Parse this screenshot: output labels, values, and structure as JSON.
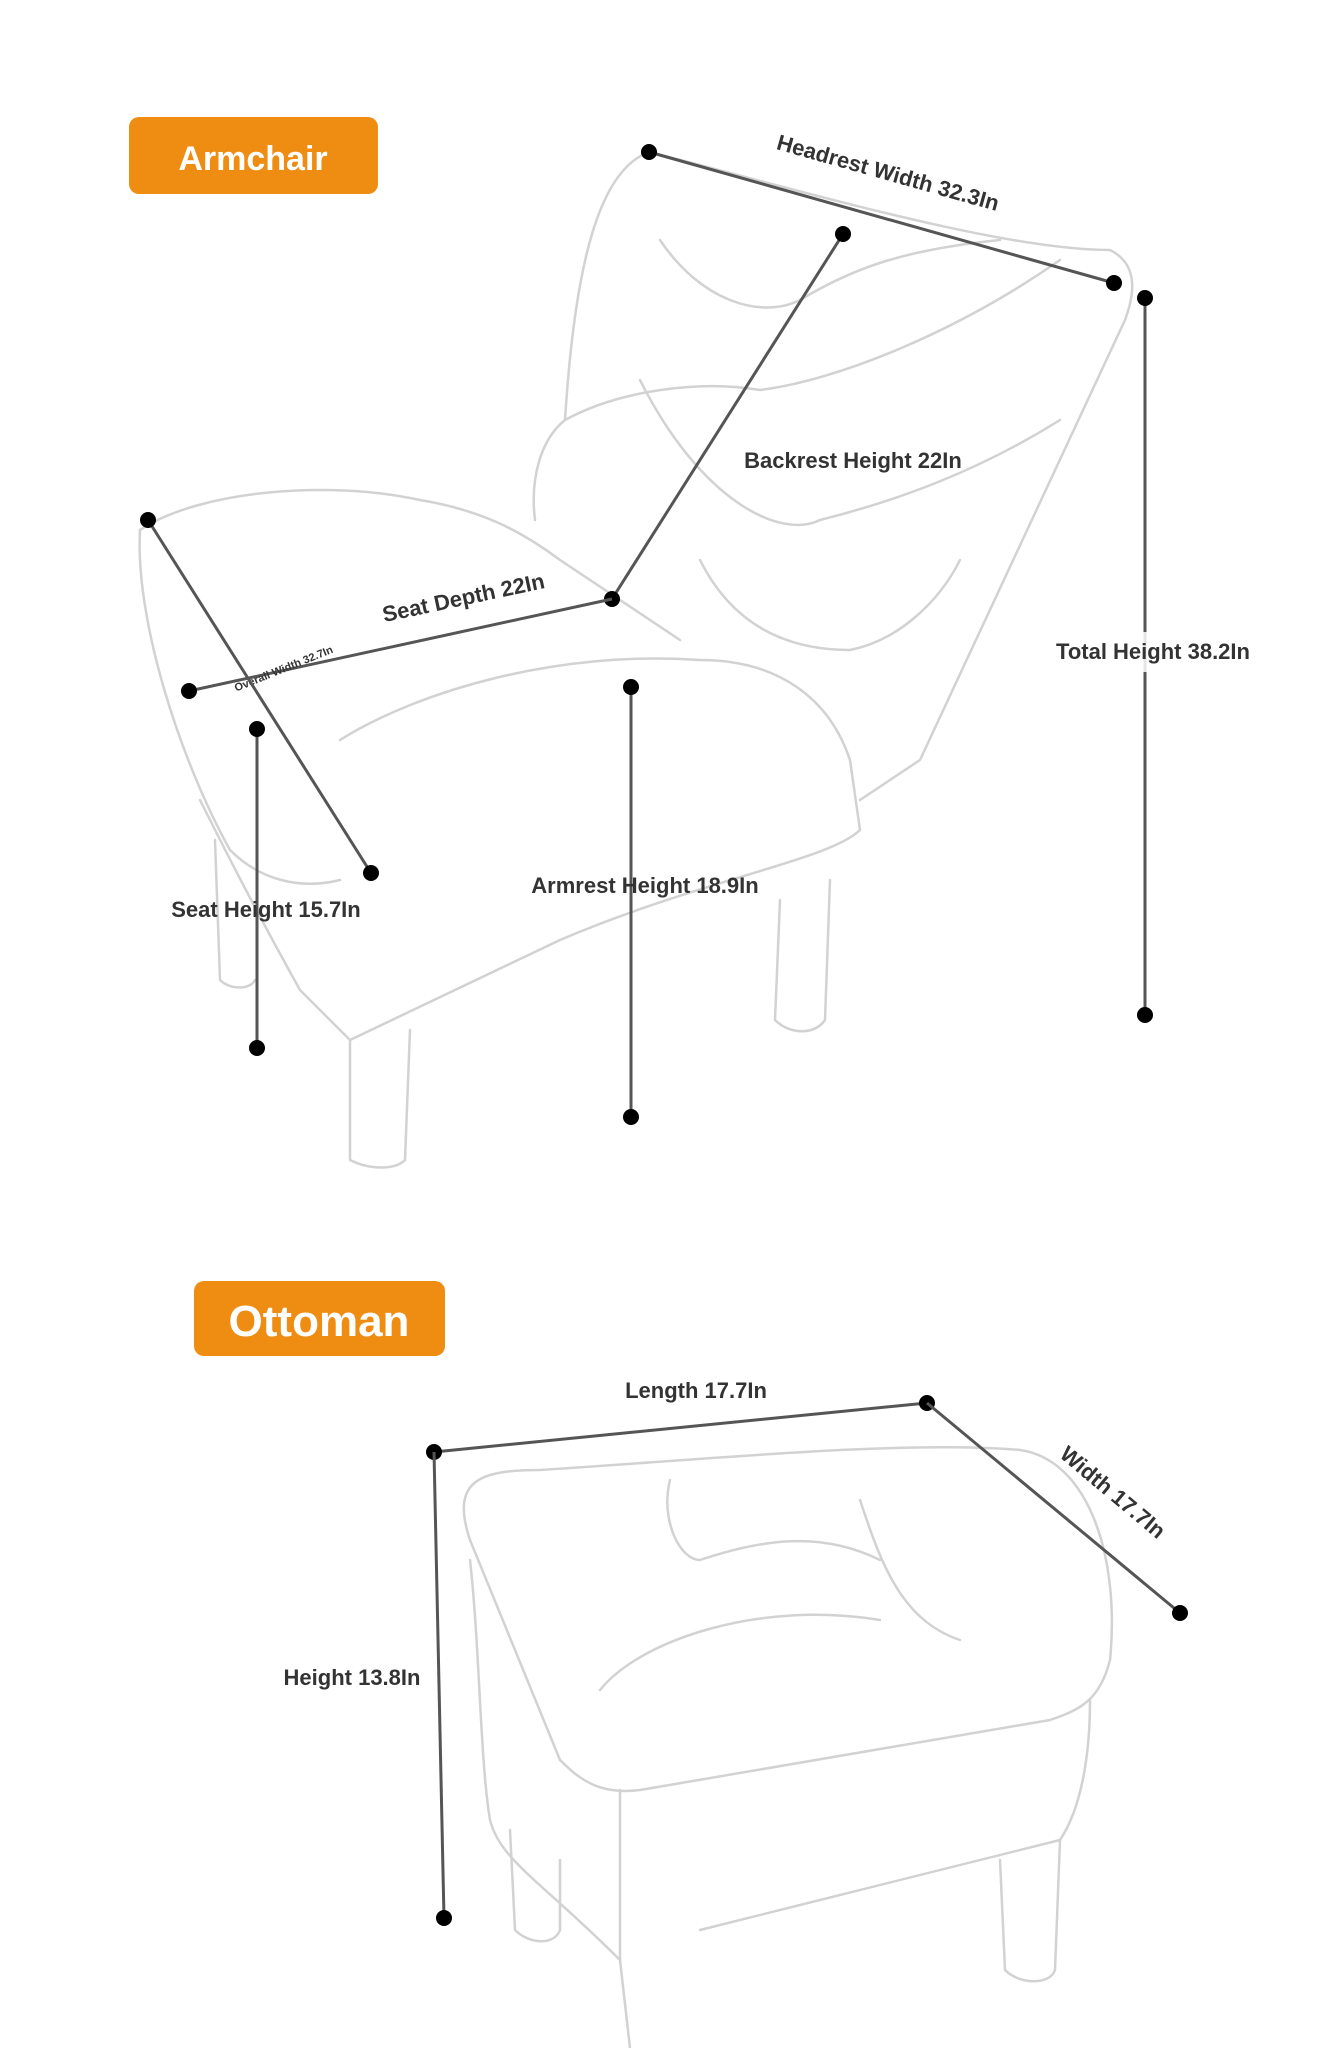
{
  "armchair": {
    "title": "Armchair",
    "dimensions": {
      "headrest_width": "Headrest Width 32.3In",
      "backrest_height": "Backrest Height 22In",
      "total_height": "Total Height 38.2In",
      "seat_depth": "Seat Depth 22In",
      "overall_width": "Overall Width 32.7In",
      "seat_height": "Seat Height 15.7In",
      "armrest_height": "Armrest Height 18.9In"
    }
  },
  "ottoman": {
    "title": "Ottoman",
    "dimensions": {
      "length": "Length 17.7In",
      "width": "Width 17.7In",
      "height": "Height 13.8In"
    }
  },
  "colors": {
    "badge": "#ef8c12",
    "line": "#555555"
  }
}
